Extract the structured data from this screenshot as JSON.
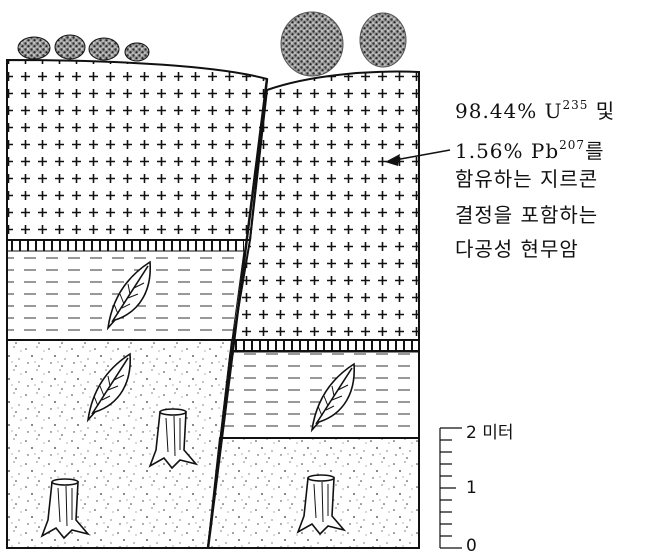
{
  "annotation": {
    "line1_main": "98.44% U",
    "line1_sup": "235",
    "line1_tail": " 및",
    "line2_main": "1.56% Pb",
    "line2_sup": "207",
    "line2_tail": "를",
    "line3": "함유하는 지르콘",
    "line4": "결정을 포함하는",
    "line5": "다공성 현무암"
  },
  "scale": {
    "label_2": "2 미터",
    "label_1": "1",
    "label_0": "0"
  }
}
